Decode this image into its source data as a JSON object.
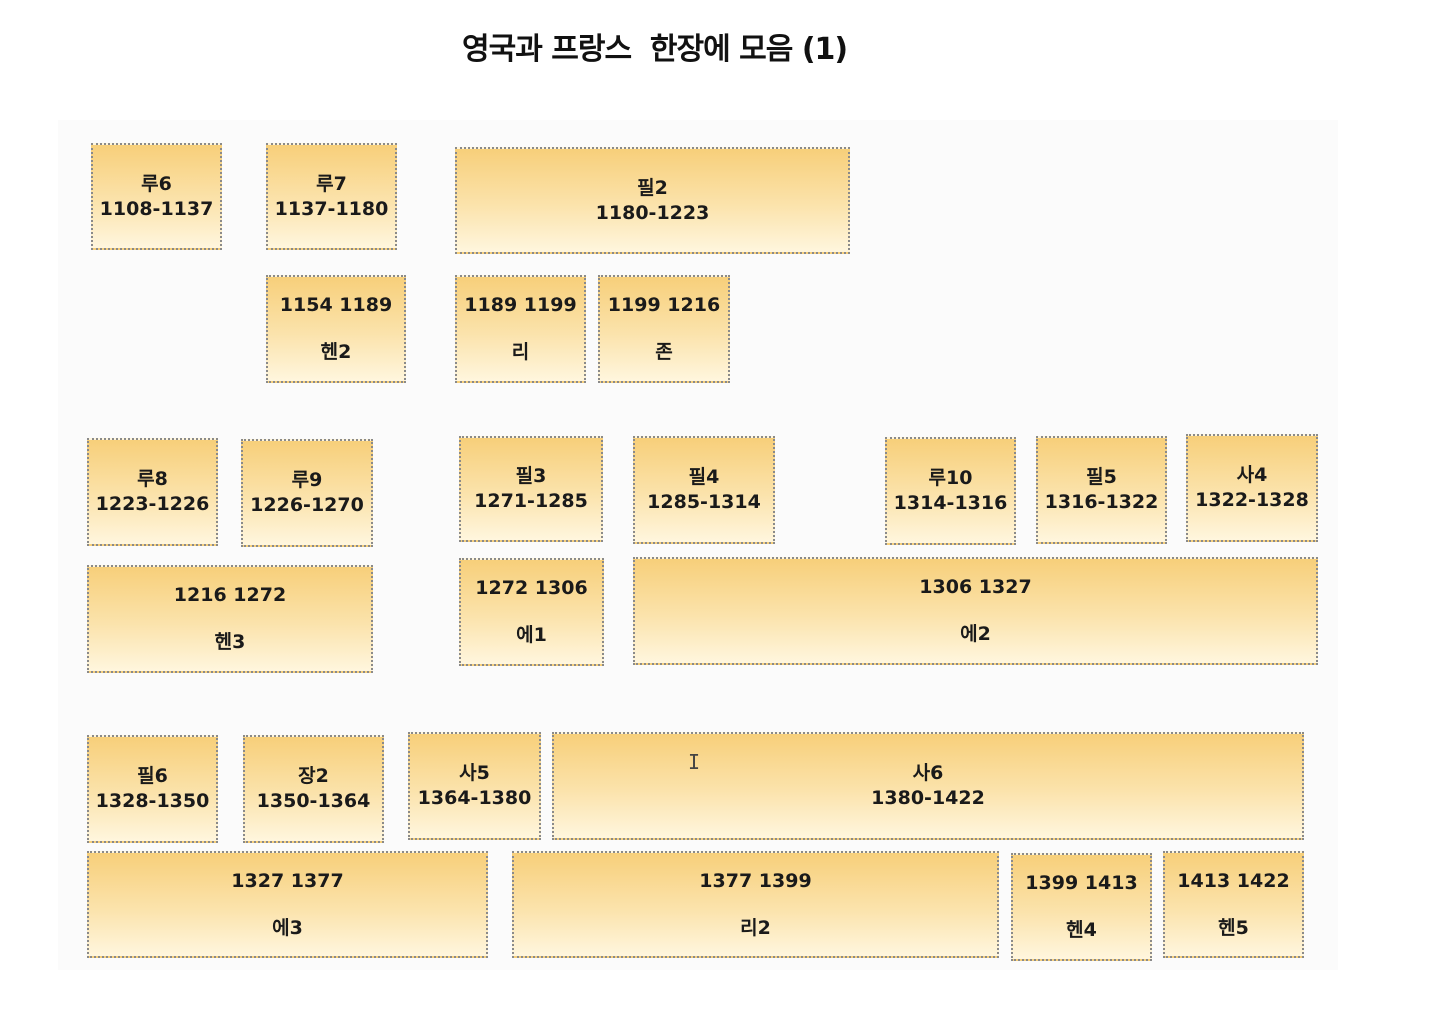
{
  "title": "영국과 프랑스  한장에 모음 (1)",
  "boxes": [
    {
      "id": "ru6",
      "line1": "루6",
      "line2": "1108-1137"
    },
    {
      "id": "ru7",
      "line1": "루7",
      "line2": "1137-1180"
    },
    {
      "id": "phil2",
      "line1": "필2",
      "line2": "1180-1223"
    },
    {
      "id": "hen2",
      "line1": "1154 1189",
      "line2": "헨2"
    },
    {
      "id": "ri",
      "line1": "1189 1199",
      "line2": "리"
    },
    {
      "id": "john",
      "line1": "1199 1216",
      "line2": "존"
    },
    {
      "id": "ru8",
      "line1": "루8",
      "line2": "1223-1226"
    },
    {
      "id": "ru9",
      "line1": "루9",
      "line2": "1226-1270"
    },
    {
      "id": "phil3",
      "line1": "필3",
      "line2": "1271-1285"
    },
    {
      "id": "phil4",
      "line1": "필4",
      "line2": "1285-1314"
    },
    {
      "id": "ru10",
      "line1": "루10",
      "line2": "1314-1316"
    },
    {
      "id": "phil5",
      "line1": "필5",
      "line2": "1316-1322"
    },
    {
      "id": "sa4",
      "line1": "사4",
      "line2": "1322-1328"
    },
    {
      "id": "hen3",
      "line1": "1216 1272",
      "line2": "헨3"
    },
    {
      "id": "ed1",
      "line1": "1272 1306",
      "line2": "에1"
    },
    {
      "id": "ed2",
      "line1": "1306 1327",
      "line2": "에2"
    },
    {
      "id": "phil6",
      "line1": "필6",
      "line2": "1328-1350"
    },
    {
      "id": "jang2",
      "line1": "장2",
      "line2": "1350-1364"
    },
    {
      "id": "sa5",
      "line1": "사5",
      "line2": "1364-1380"
    },
    {
      "id": "sa6",
      "line1": "사6",
      "line2": "1380-1422"
    },
    {
      "id": "ed3",
      "line1": "1327 1377",
      "line2": "에3"
    },
    {
      "id": "ri2",
      "line1": "1377 1399",
      "line2": "리2"
    },
    {
      "id": "hen4",
      "line1": "1399 1413",
      "line2": "헨4"
    },
    {
      "id": "hen5",
      "line1": "1413 1422",
      "line2": "헨5"
    }
  ]
}
